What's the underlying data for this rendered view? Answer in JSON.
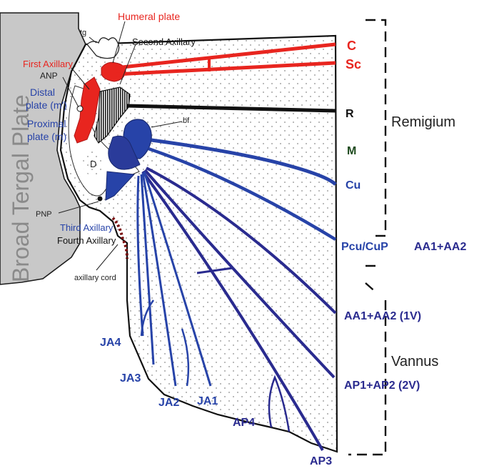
{
  "colors": {
    "red": "#e8251f",
    "blue": "#2743a8",
    "navy": "#2a2b8f",
    "black": "#111111",
    "green": "#1d4a1d",
    "plate_gray": "#c8c8c8",
    "dark_gray": "#888888"
  },
  "labels": {
    "broad_tergal_plate": "Broad Tergal Plate",
    "tg": "tg",
    "humeral_plate": "Humeral plate",
    "second_axillary": "Second Axillary",
    "first_axillary": "First Axillary",
    "anp": "ANP",
    "distal_plate_line1": "Distal",
    "distal_plate_line2": "plate (m')",
    "proximal_plate_line1": "Proximal",
    "proximal_plate_line2": "plate (m)",
    "bf": "bf",
    "d": "D",
    "pnp": "PNP",
    "third_axillary": "Third Axillary",
    "fourth_axillary": "Fourth Axillary",
    "axillary_cord": "axillary cord"
  },
  "veins": {
    "c": "C",
    "sc": "Sc",
    "r": "R",
    "m": "M",
    "cu": "Cu",
    "pcu": "Pcu/CuP",
    "aa_top": "AA1+AA2",
    "aa1v": "AA1+AA2 (1V)",
    "ap2v": "AP1+AP2 (2V)",
    "ja4": "JA4",
    "ja3": "JA3",
    "ja2": "JA2",
    "ja1": "JA1",
    "ap4": "AP4",
    "ap3": "AP3"
  },
  "regions": {
    "remigium": "Remigium",
    "vannus": "Vannus"
  }
}
